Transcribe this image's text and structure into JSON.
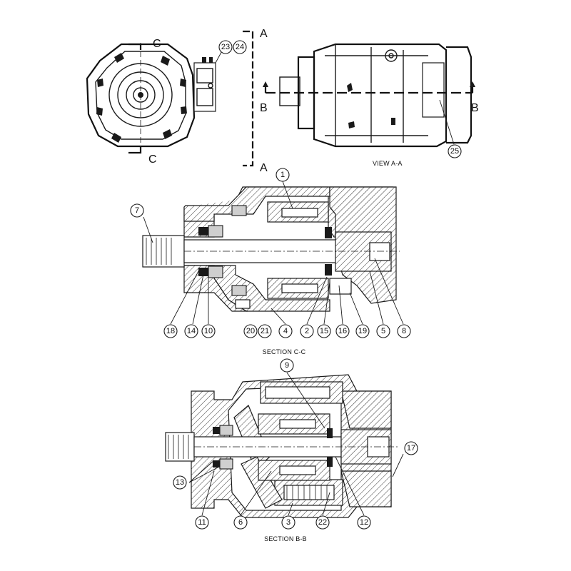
{
  "labels": {
    "section_c_c": "SECTION C-C",
    "section_b_b": "SECTION B-B",
    "view_a_a": "VIEW A-A",
    "cut_c": "C",
    "cut_a": "A",
    "cut_b": "B"
  },
  "callouts": [
    {
      "id": "c1",
      "text": "1"
    },
    {
      "id": "c2",
      "text": "2"
    },
    {
      "id": "c3",
      "text": "3"
    },
    {
      "id": "c4",
      "text": "4"
    },
    {
      "id": "c5",
      "text": "5"
    },
    {
      "id": "c6",
      "text": "6"
    },
    {
      "id": "c7",
      "text": "7"
    },
    {
      "id": "c8",
      "text": "8"
    },
    {
      "id": "c9",
      "text": "9"
    },
    {
      "id": "c10",
      "text": "10"
    },
    {
      "id": "c11",
      "text": "11"
    },
    {
      "id": "c12",
      "text": "12"
    },
    {
      "id": "c13",
      "text": "13"
    },
    {
      "id": "c14",
      "text": "14"
    },
    {
      "id": "c15",
      "text": "15"
    },
    {
      "id": "c16",
      "text": "16"
    },
    {
      "id": "c17",
      "text": "17"
    },
    {
      "id": "c18",
      "text": "18"
    },
    {
      "id": "c19",
      "text": "19"
    },
    {
      "id": "c20",
      "text": "20"
    },
    {
      "id": "c21",
      "text": "21"
    },
    {
      "id": "c22",
      "text": "22"
    },
    {
      "id": "c23",
      "text": "23"
    },
    {
      "id": "c24",
      "text": "24"
    },
    {
      "id": "c25",
      "text": "25"
    }
  ]
}
